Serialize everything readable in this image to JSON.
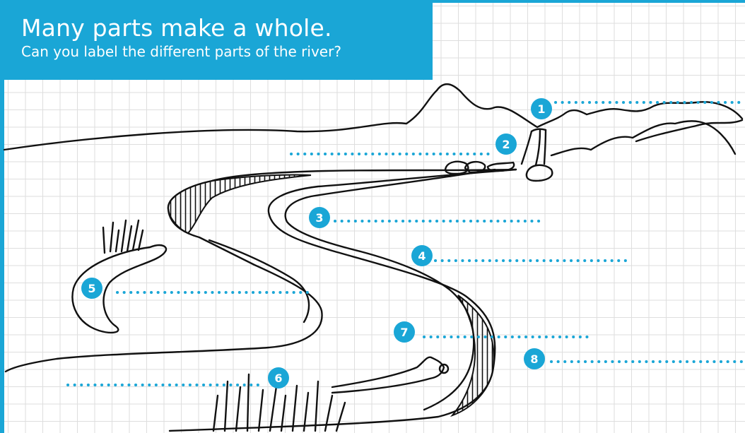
{
  "header": {
    "title": "Many parts make a whole.",
    "subtitle": "Can you label the different parts of the river?"
  },
  "labels": [
    "1",
    "2",
    "3",
    "4",
    "5",
    "6",
    "7",
    "8"
  ],
  "colors": {
    "accent": "#1aa6d6",
    "ink": "#111111",
    "grid": "#dedede"
  }
}
